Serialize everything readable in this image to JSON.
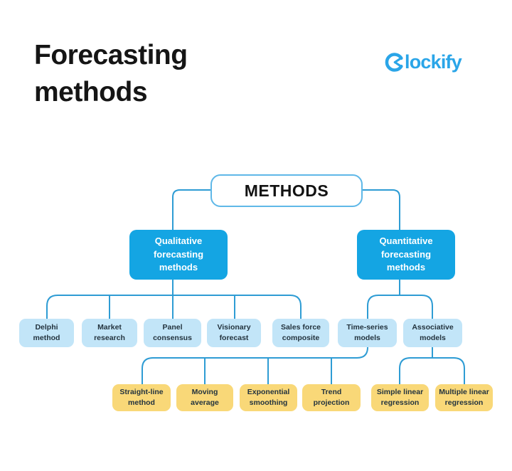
{
  "title": "Forecasting\nmethods",
  "logo": {
    "brand": "Clockify",
    "wordmark_text": "lockify"
  },
  "colors": {
    "accent_blue": "#14a5e3",
    "light_blue": "#c2e5f8",
    "yellow": "#f9d878",
    "line_blue": "#2e9cd4",
    "methods_border": "#5fb8e8",
    "logo_blue": "#2aa5e8",
    "title_text": "#151515",
    "node_text": "#23333e"
  },
  "diagram": {
    "root": {
      "label": "METHODS"
    },
    "branches": [
      {
        "label": "Qualitative\nforecasting\nmethods"
      },
      {
        "label": "Quantitative\nforecasting\nmethods"
      }
    ],
    "qualitative_children": [
      {
        "label": "Delphi\nmethod"
      },
      {
        "label": "Market\nresearch"
      },
      {
        "label": "Panel\nconsensus"
      },
      {
        "label": "Visionary\nforecast"
      },
      {
        "label": "Sales force\ncomposite"
      }
    ],
    "quantitative_children": [
      {
        "label": "Time-series\nmodels"
      },
      {
        "label": "Associative\nmodels"
      }
    ],
    "time_series_children": [
      {
        "label": "Straight-line\nmethod"
      },
      {
        "label": "Moving\naverage"
      },
      {
        "label": "Exponential\nsmoothing"
      },
      {
        "label": "Trend\nprojection"
      }
    ],
    "associative_children": [
      {
        "label": "Simple linear\nregression"
      },
      {
        "label": "Multiple linear\nregression"
      }
    ]
  }
}
